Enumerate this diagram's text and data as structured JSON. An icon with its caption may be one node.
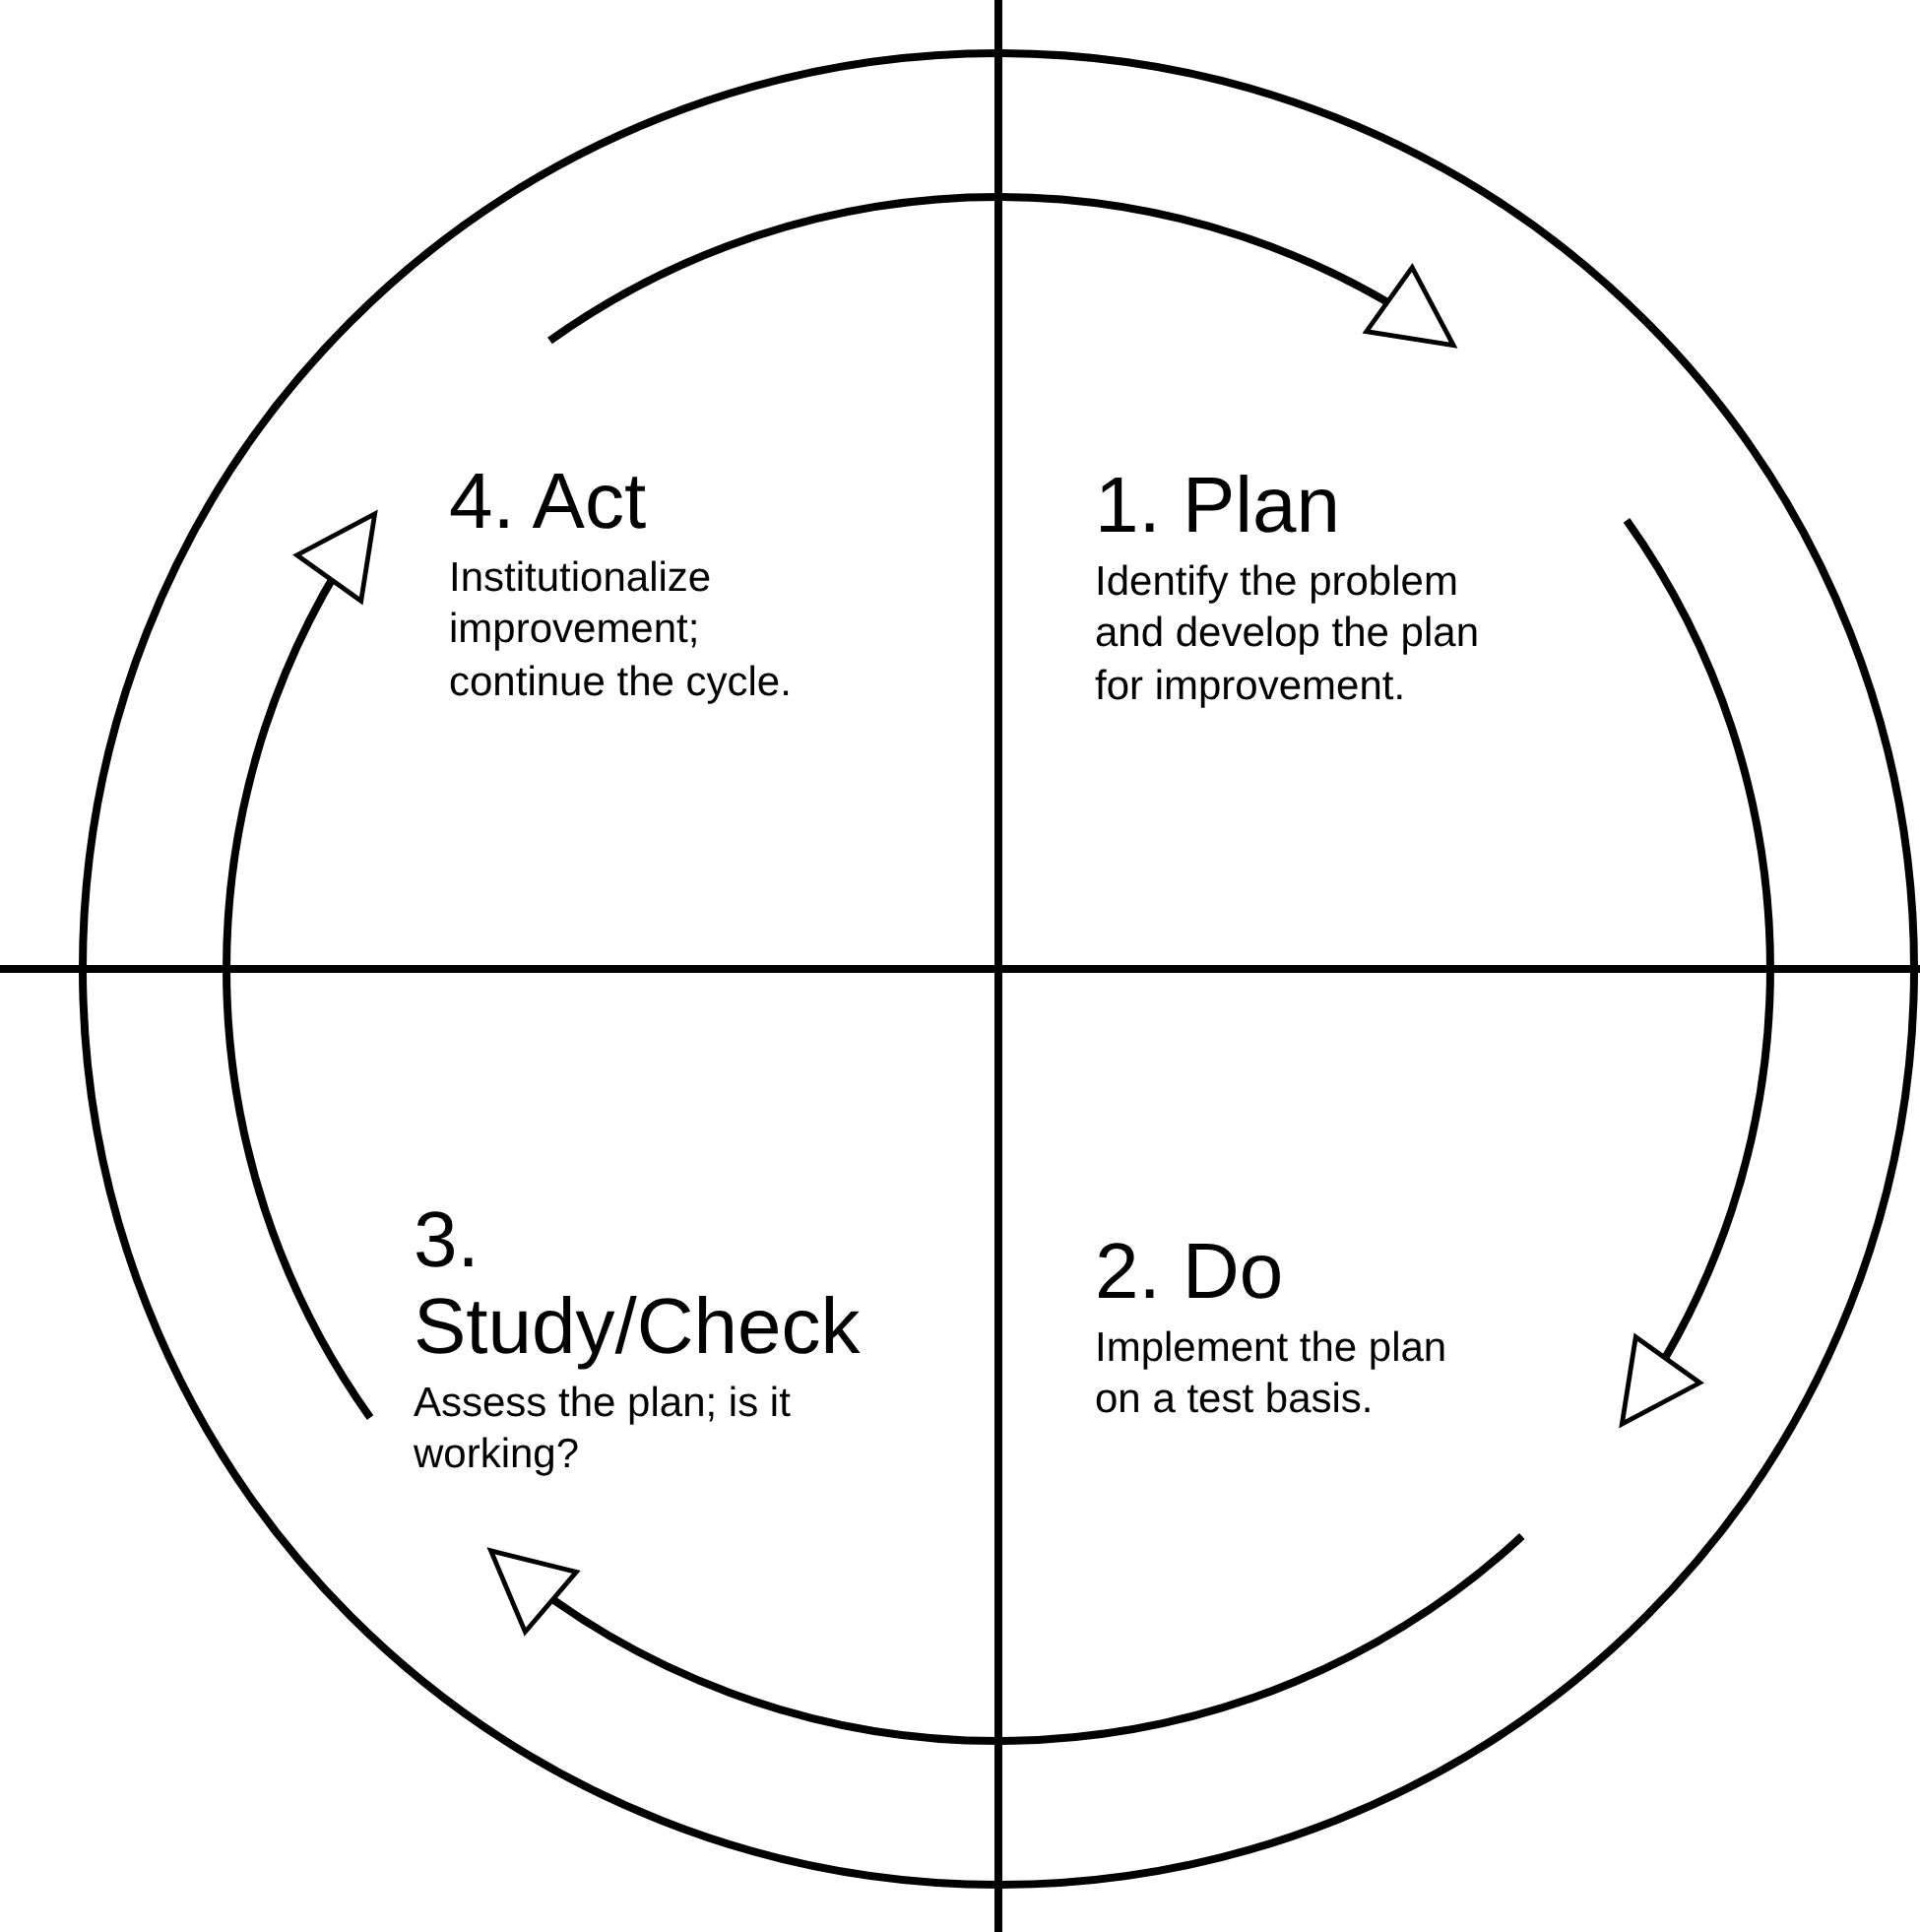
{
  "diagram": {
    "nodes": [
      {
        "text": [],
        "shape": "circle"
      },
      {
        "text": [
          "1. Plan",
          "Identify the problem and develop the plan for improvement."
        ],
        "in": 0
      },
      {
        "text": [
          "2. Do",
          "Implement the plan on a test basis."
        ],
        "in": 0
      },
      {
        "text": [
          "3. Study/Check",
          "Assess the plan; is it working?"
        ],
        "in": 0
      },
      {
        "text": [
          "4. Act",
          "Institutionalize improvement; continue the cycle."
        ],
        "in": 0
      }
    ],
    "edges": [
      {
        "from": 4,
        "to": 1,
        "arrow": "to"
      },
      {
        "from": 1,
        "to": 2,
        "arrow": "to"
      },
      {
        "from": 2,
        "to": 3,
        "arrow": "to"
      },
      {
        "from": 3,
        "to": 4,
        "arrow": "to"
      }
    ]
  }
}
